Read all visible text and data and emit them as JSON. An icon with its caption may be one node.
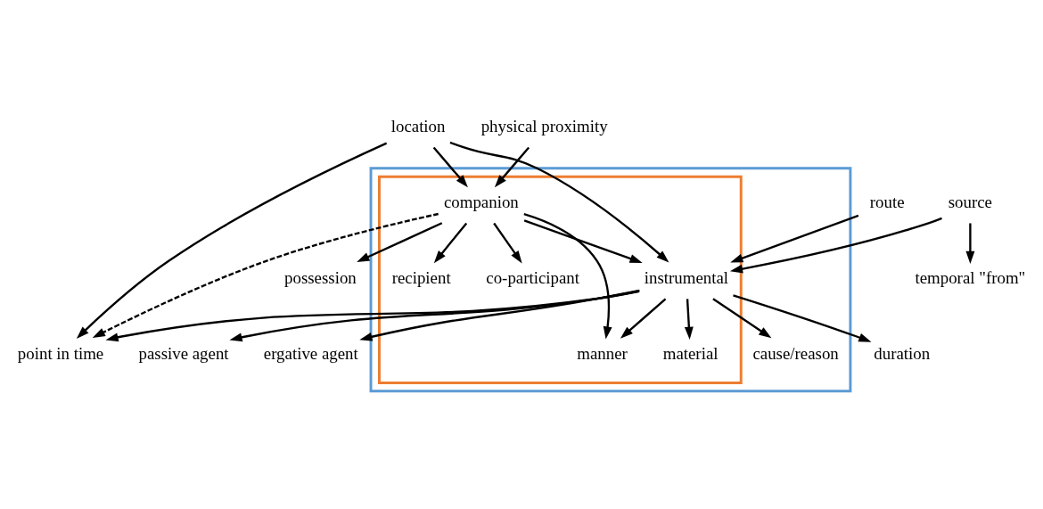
{
  "diagram": {
    "nodes": [
      {
        "text": [],
        "shape": "box"
      },
      {
        "text": [],
        "shape": "box",
        "in": 0
      },
      {
        "text": [
          "co-participant"
        ],
        "in": 1
      },
      {
        "text": [
          "point in time"
        ]
      },
      {
        "text": [
          "duration"
        ]
      },
      {
        "text": [
          "physical proximity"
        ]
      },
      {
        "text": [
          "location"
        ]
      },
      {
        "text": [
          "route"
        ]
      },
      {
        "text": [
          "cause/reason"
        ],
        "in": 0
      },
      {
        "text": [
          "recipient"
        ],
        "in": 1
      },
      {
        "text": [
          "companion"
        ],
        "in": 1
      },
      {
        "text": [
          "instrumental"
        ],
        "in": 1
      },
      {
        "text": [
          "passive agent"
        ]
      },
      {
        "text": [
          "manner"
        ],
        "in": 1
      },
      {
        "text": [
          "ergative agent"
        ]
      },
      {
        "text": [
          "possession"
        ]
      },
      {
        "text": [
          "material"
        ],
        "in": 1
      },
      {
        "text": [
          "source"
        ]
      },
      {
        "text": [
          "temporal \"from\""
        ]
      }
    ],
    "edges": [
      {
        "from": 5,
        "to": 10,
        "arrow": "to"
      },
      {
        "from": 10,
        "to": 2,
        "arrow": "to"
      },
      {
        "from": 10,
        "to": 3,
        "arrow": "to",
        "style": "dashed"
      },
      {
        "from": 6,
        "to": 3,
        "arrow": "to"
      },
      {
        "from": 6,
        "to": 10,
        "arrow": "to"
      },
      {
        "from": 6,
        "to": 11,
        "arrow": "to"
      },
      {
        "from": 11,
        "to": 3,
        "arrow": "to"
      },
      {
        "from": 11,
        "to": 4,
        "arrow": "to"
      },
      {
        "from": 7,
        "to": 11,
        "arrow": "to"
      },
      {
        "from": 11,
        "to": 8,
        "arrow": "to"
      },
      {
        "from": 10,
        "to": 9,
        "arrow": "to"
      },
      {
        "from": 10,
        "to": 11,
        "arrow": "to"
      },
      {
        "from": 10,
        "to": 13,
        "arrow": "to"
      },
      {
        "from": 11,
        "to": 13,
        "arrow": "to"
      },
      {
        "from": 10,
        "to": 15,
        "arrow": "to"
      },
      {
        "from": 11,
        "to": 12,
        "arrow": "to"
      },
      {
        "from": 11,
        "to": 14,
        "arrow": "to"
      },
      {
        "from": 11,
        "to": 16,
        "arrow": "to"
      },
      {
        "from": 17,
        "to": 11,
        "arrow": "to"
      },
      {
        "from": 17,
        "to": 18,
        "arrow": "to"
      }
    ]
  }
}
